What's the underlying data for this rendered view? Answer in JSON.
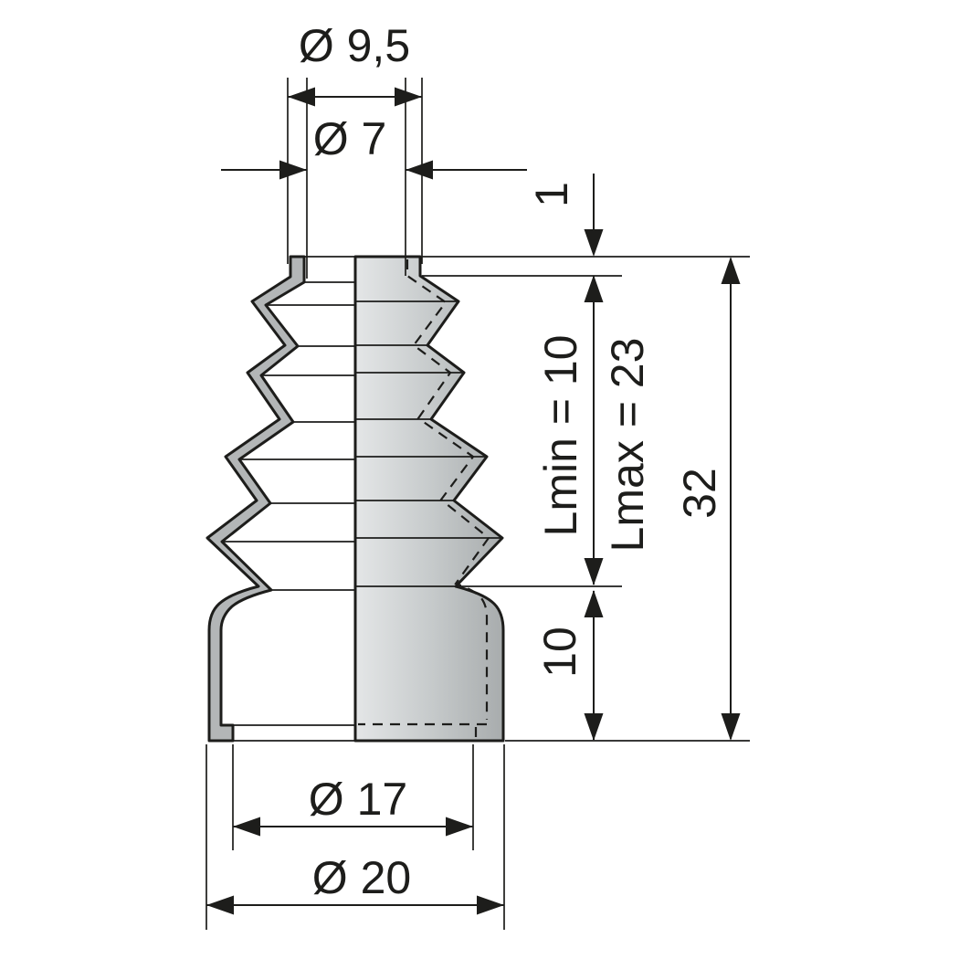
{
  "drawing": {
    "kind": "bellows-section-technical-drawing",
    "dimensions": {
      "dia_top_outer": "Ø 9,5",
      "dia_top_inner": "Ø 7",
      "lip_height": "1",
      "length_min": "Lmin = 10",
      "length_max": "Lmax = 23",
      "overall_length": "32",
      "base_height": "10",
      "dia_base_inner": "Ø 17",
      "dia_base_outer": "Ø 20"
    },
    "colors": {
      "line": "#1d1d1b",
      "section_fill": "#b3b6b7",
      "body_gradient_light": "#e4e6e7",
      "body_gradient_dark": "#a6aaab",
      "background": "#ffffff"
    }
  }
}
